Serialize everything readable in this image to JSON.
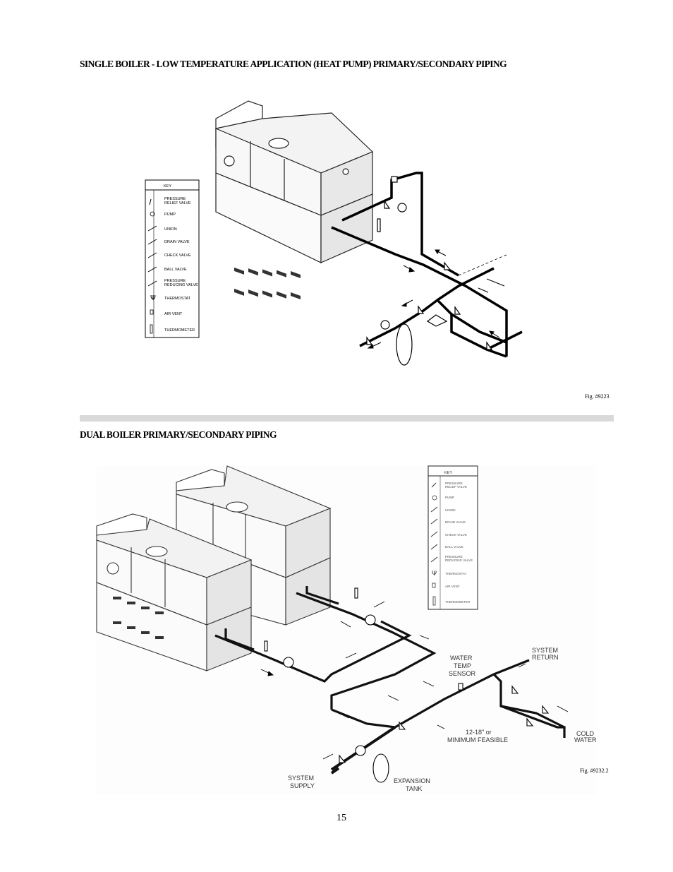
{
  "figure1": {
    "heading": "SINGLE BOILER - LOW TEMPERATURE APPLICATION (HEAT PUMP) PRIMARY/SECONDARY PIPING",
    "caption": "Fig. #9223",
    "key": {
      "title": "KEY",
      "items": [
        "PRESSURE",
        "RELIEF VALVE",
        "PUMP",
        "UNION",
        "DRAIN VALVE",
        "CHECK VALVE",
        "BALL VALVE",
        "PRESSURE",
        "REDUCING VALVE",
        "THERMOSTAT",
        "AIR VENT",
        "THERMOMETER"
      ]
    }
  },
  "figure2": {
    "heading": "DUAL BOILER PRIMARY/SECONDARY PIPING",
    "caption": "Fig. #9232.2",
    "key": {
      "title": "KEY",
      "items": [
        "PRESSURE",
        "RELIEF VALVE",
        "PUMP",
        "UNION",
        "DRAIN VALVE",
        "CHECK VALVE",
        "BALL VALVE",
        "PRESSURE",
        "REDUCING VALVE",
        "THERMOSTAT",
        "AIR VENT",
        "THERMOMETER"
      ]
    },
    "labels": {
      "water_temp_1": "WATER",
      "water_temp_2": "TEMP",
      "water_temp_3": "SENSOR",
      "system_return_1": "SYSTEM",
      "system_return_2": "RETURN",
      "dist_1": "12-18\" or",
      "dist_2": "MINIMUM FEASIBLE",
      "cold_1": "COLD",
      "cold_2": "WATER",
      "supply_1": "SYSTEM",
      "supply_2": "SUPPLY",
      "tank_1": "EXPANSION",
      "tank_2": "TANK"
    }
  },
  "page_number": "15"
}
